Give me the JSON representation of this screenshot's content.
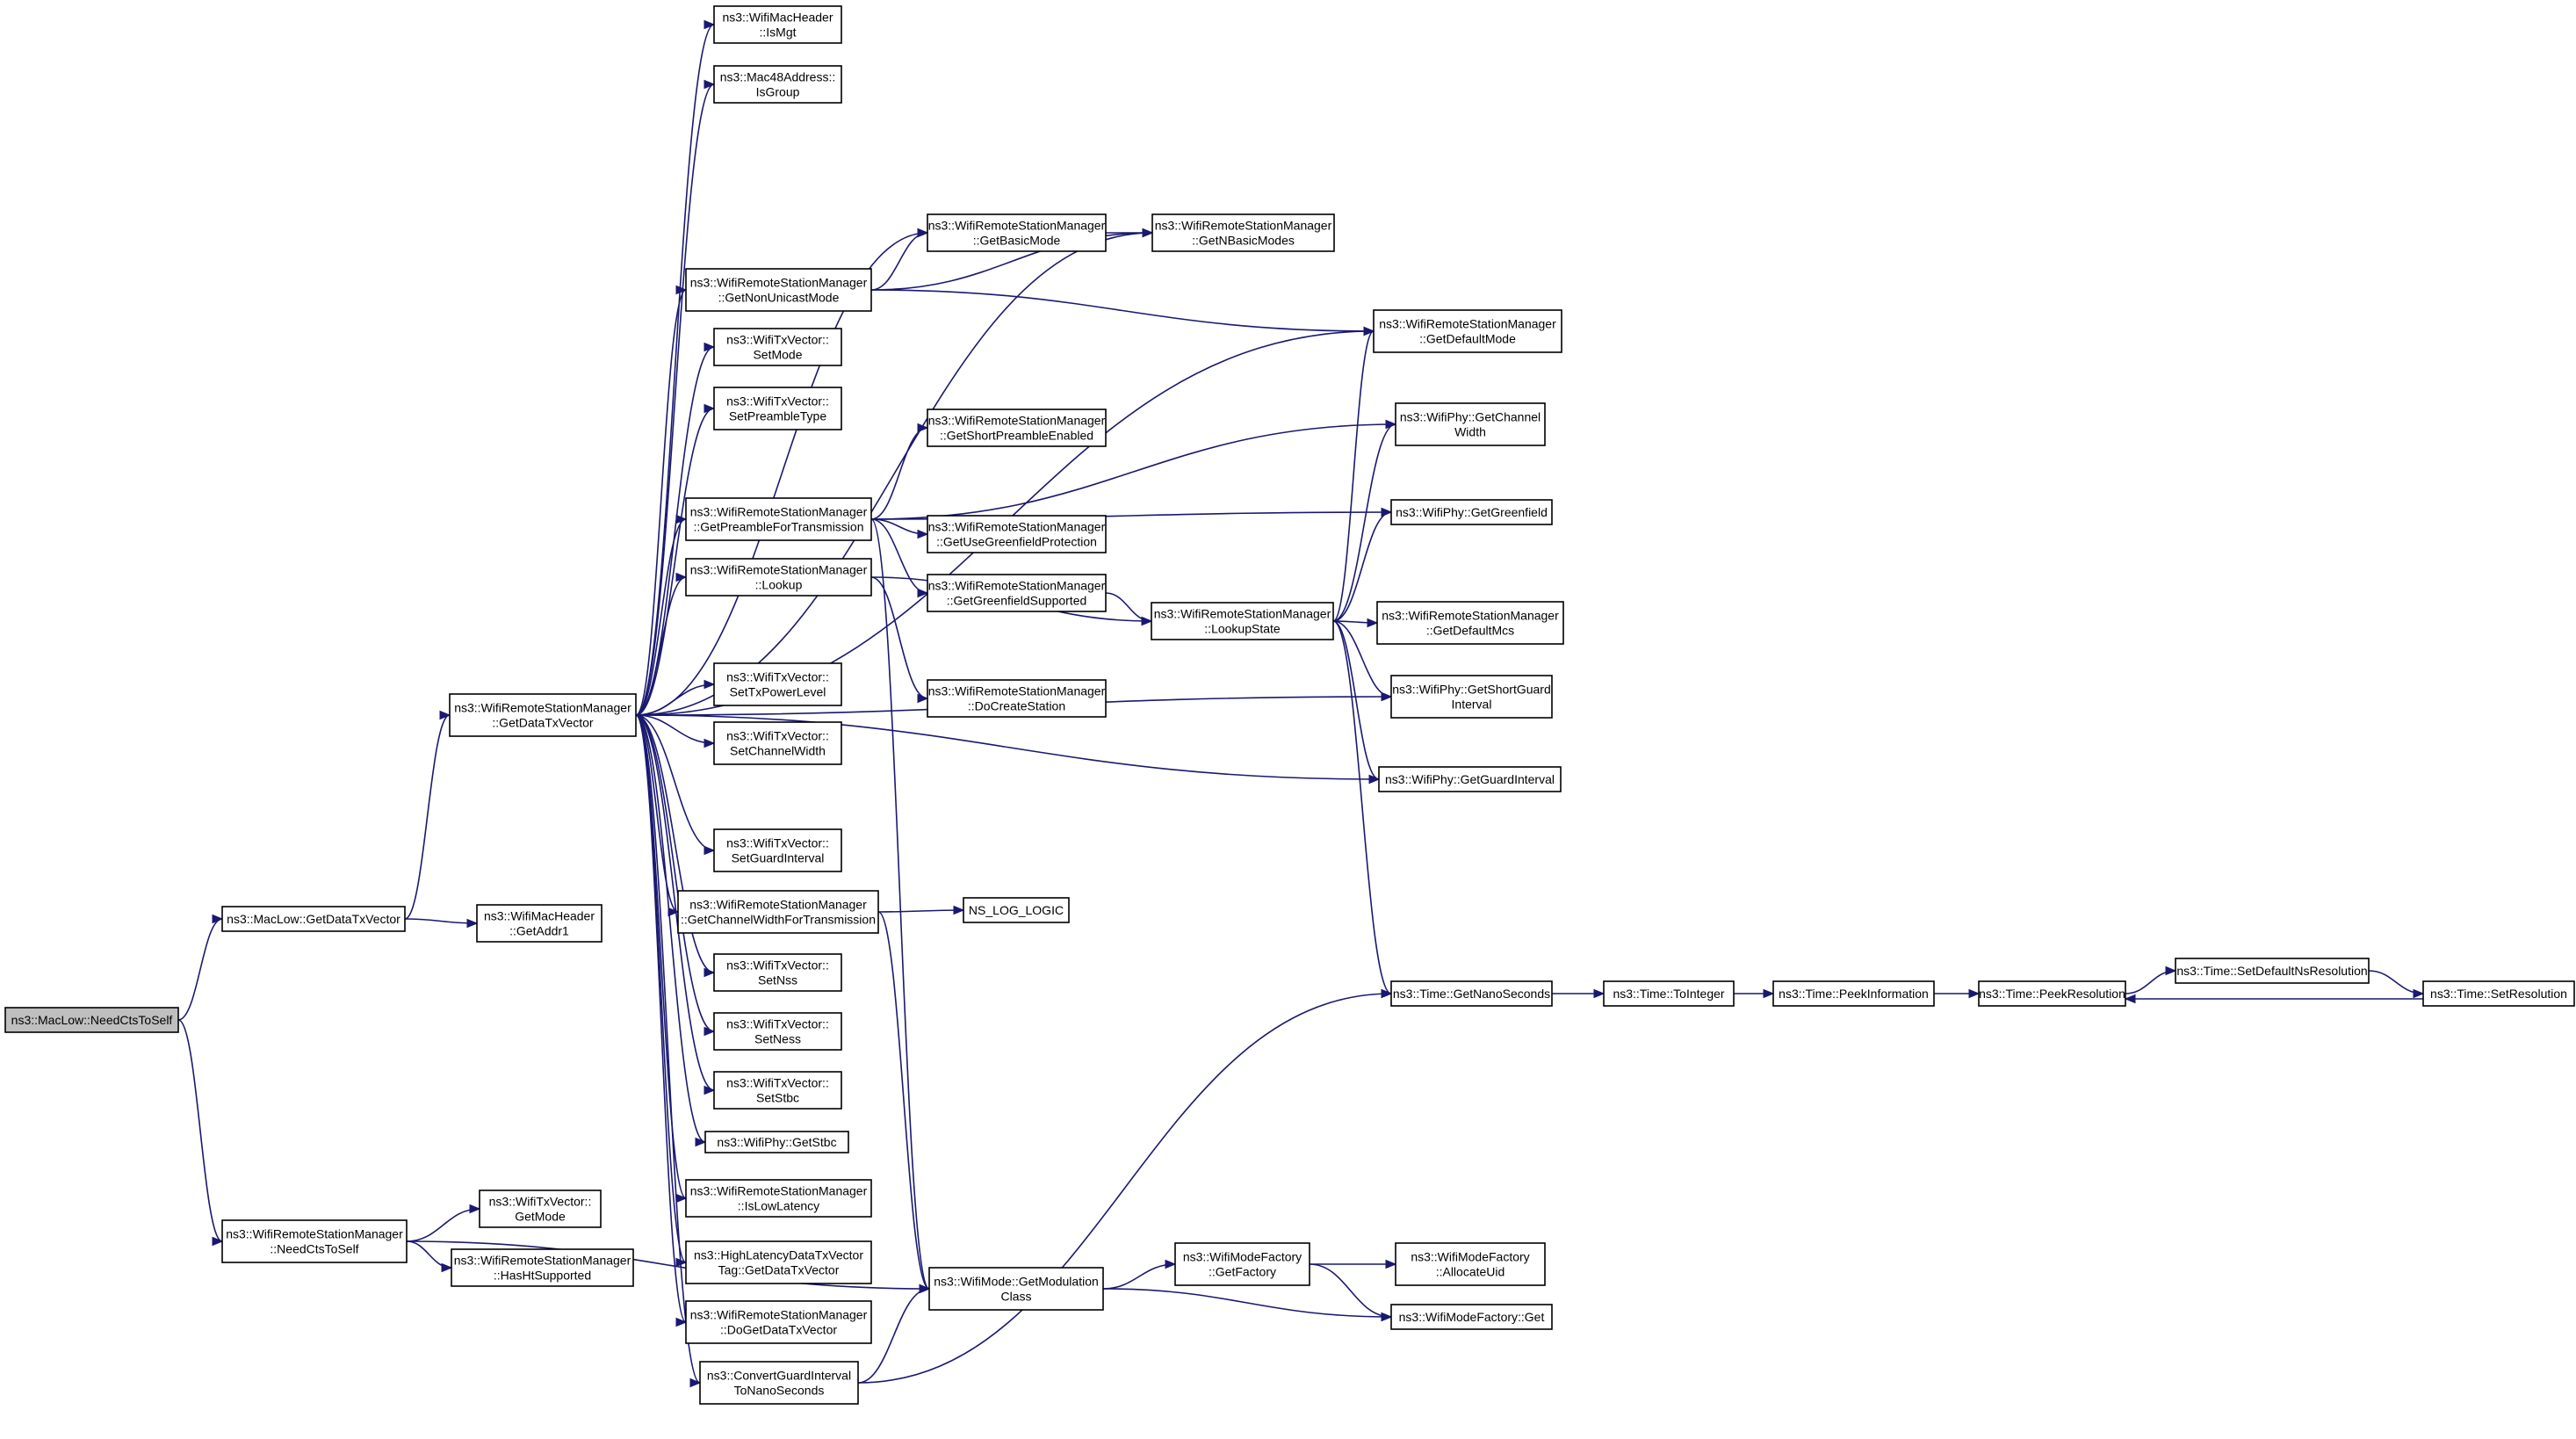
{
  "nodes": [
    {
      "id": "root",
      "lines": [
        "ns3::MacLow::NeedCtsToSelf"
      ],
      "root": true
    },
    {
      "id": "getDataTxVector",
      "lines": [
        "ns3::MacLow::GetDataTxVector"
      ]
    },
    {
      "id": "rsmNeedCtsToSelf",
      "lines": [
        "ns3::WifiRemoteStationManager",
        "::NeedCtsToSelf"
      ]
    },
    {
      "id": "rsmGetDataTxVector",
      "lines": [
        "ns3::WifiRemoteStationManager",
        "::GetDataTxVector"
      ]
    },
    {
      "id": "getAddr1",
      "lines": [
        "ns3::WifiMacHeader",
        "::GetAddr1"
      ]
    },
    {
      "id": "txGetMode",
      "lines": [
        "ns3::WifiTxVector::",
        "GetMode"
      ]
    },
    {
      "id": "hasHt",
      "lines": [
        "ns3::WifiRemoteStationManager",
        "::HasHtSupported"
      ]
    },
    {
      "id": "isMgt",
      "lines": [
        "ns3::WifiMacHeader",
        "::IsMgt"
      ]
    },
    {
      "id": "isGroup",
      "lines": [
        "ns3::Mac48Address::",
        "IsGroup"
      ]
    },
    {
      "id": "getNonUnicast",
      "lines": [
        "ns3::WifiRemoteStationManager",
        "::GetNonUnicastMode"
      ]
    },
    {
      "id": "setMode",
      "lines": [
        "ns3::WifiTxVector::",
        "SetMode"
      ]
    },
    {
      "id": "setPreamble",
      "lines": [
        "ns3::WifiTxVector::",
        "SetPreambleType"
      ]
    },
    {
      "id": "getPreambleTx",
      "lines": [
        "ns3::WifiRemoteStationManager",
        "::GetPreambleForTransmission"
      ]
    },
    {
      "id": "lookup",
      "lines": [
        "ns3::WifiRemoteStationManager",
        "::Lookup"
      ]
    },
    {
      "id": "setTxPower",
      "lines": [
        "ns3::WifiTxVector::",
        "SetTxPowerLevel"
      ]
    },
    {
      "id": "setChanWidth",
      "lines": [
        "ns3::WifiTxVector::",
        "SetChannelWidth"
      ]
    },
    {
      "id": "setGuard",
      "lines": [
        "ns3::WifiTxVector::",
        "SetGuardInterval"
      ]
    },
    {
      "id": "getChanWidthTx",
      "lines": [
        "ns3::WifiRemoteStationManager",
        "::GetChannelWidthForTransmission"
      ]
    },
    {
      "id": "setNss",
      "lines": [
        "ns3::WifiTxVector::",
        "SetNss"
      ]
    },
    {
      "id": "setNess",
      "lines": [
        "ns3::WifiTxVector::",
        "SetNess"
      ]
    },
    {
      "id": "setStbc",
      "lines": [
        "ns3::WifiTxVector::",
        "SetStbc"
      ]
    },
    {
      "id": "phyGetStbc",
      "lines": [
        "ns3::WifiPhy::GetStbc"
      ]
    },
    {
      "id": "isLowLatency",
      "lines": [
        "ns3::WifiRemoteStationManager",
        "::IsLowLatency"
      ]
    },
    {
      "id": "highLatency",
      "lines": [
        "ns3::HighLatencyDataTxVector",
        "Tag::GetDataTxVector"
      ]
    },
    {
      "id": "doGetDataTx",
      "lines": [
        "ns3::WifiRemoteStationManager",
        "::DoGetDataTxVector"
      ]
    },
    {
      "id": "convertGuard",
      "lines": [
        "ns3::ConvertGuardInterval",
        "ToNanoSeconds"
      ]
    },
    {
      "id": "getBasicMode",
      "lines": [
        "ns3::WifiRemoteStationManager",
        "::GetBasicMode"
      ]
    },
    {
      "id": "getShortPreamble",
      "lines": [
        "ns3::WifiRemoteStationManager",
        "::GetShortPreambleEnabled"
      ]
    },
    {
      "id": "getUseGreenfield",
      "lines": [
        "ns3::WifiRemoteStationManager",
        "::GetUseGreenfieldProtection"
      ]
    },
    {
      "id": "getGreenfieldSup",
      "lines": [
        "ns3::WifiRemoteStationManager",
        "::GetGreenfieldSupported"
      ]
    },
    {
      "id": "doCreateStation",
      "lines": [
        "ns3::WifiRemoteStationManager",
        "::DoCreateStation"
      ]
    },
    {
      "id": "nsLogLogic",
      "lines": [
        "NS_LOG_LOGIC"
      ]
    },
    {
      "id": "getModClass",
      "lines": [
        "ns3::WifiMode::GetModulation",
        "Class"
      ]
    },
    {
      "id": "getNBasicModes",
      "lines": [
        "ns3::WifiRemoteStationManager",
        "::GetNBasicModes"
      ]
    },
    {
      "id": "lookupState",
      "lines": [
        "ns3::WifiRemoteStationManager",
        "::LookupState"
      ]
    },
    {
      "id": "modeFactoryGetFactory",
      "lines": [
        "ns3::WifiModeFactory",
        "::GetFactory"
      ]
    },
    {
      "id": "getDefaultMode",
      "lines": [
        "ns3::WifiRemoteStationManager",
        "::GetDefaultMode"
      ]
    },
    {
      "id": "phyGetChanWidth",
      "lines": [
        "ns3::WifiPhy::GetChannel",
        "Width"
      ]
    },
    {
      "id": "phyGetGreenfield",
      "lines": [
        "ns3::WifiPhy::GetGreenfield"
      ]
    },
    {
      "id": "getDefaultMcs",
      "lines": [
        "ns3::WifiRemoteStationManager",
        "::GetDefaultMcs"
      ]
    },
    {
      "id": "phyGetShortGuard",
      "lines": [
        "ns3::WifiPhy::GetShortGuard",
        "Interval"
      ]
    },
    {
      "id": "phyGetGuard",
      "lines": [
        "ns3::WifiPhy::GetGuardInterval"
      ]
    },
    {
      "id": "timeGetNano",
      "lines": [
        "ns3::Time::GetNanoSeconds"
      ]
    },
    {
      "id": "allocateUid",
      "lines": [
        "ns3::WifiModeFactory",
        "::AllocateUid"
      ]
    },
    {
      "id": "modeFactoryGet",
      "lines": [
        "ns3::WifiModeFactory::Get"
      ]
    },
    {
      "id": "toInteger",
      "lines": [
        "ns3::Time::ToInteger"
      ]
    },
    {
      "id": "peekInfo",
      "lines": [
        "ns3::Time::PeekInformation"
      ]
    },
    {
      "id": "peekRes",
      "lines": [
        "ns3::Time::PeekResolution"
      ]
    },
    {
      "id": "setDefaultNs",
      "lines": [
        "ns3::Time::SetDefaultNsResolution"
      ]
    },
    {
      "id": "setRes",
      "lines": [
        "ns3::Time::SetResolution"
      ]
    }
  ],
  "edges": [
    [
      "root",
      "getDataTxVector"
    ],
    [
      "root",
      "rsmNeedCtsToSelf"
    ],
    [
      "getDataTxVector",
      "rsmGetDataTxVector"
    ],
    [
      "getDataTxVector",
      "getAddr1"
    ],
    [
      "rsmNeedCtsToSelf",
      "txGetMode"
    ],
    [
      "rsmNeedCtsToSelf",
      "hasHt"
    ],
    [
      "rsmNeedCtsToSelf",
      "getModClass"
    ],
    [
      "rsmGetDataTxVector",
      "isMgt"
    ],
    [
      "rsmGetDataTxVector",
      "isGroup"
    ],
    [
      "rsmGetDataTxVector",
      "getNonUnicast"
    ],
    [
      "rsmGetDataTxVector",
      "setMode"
    ],
    [
      "rsmGetDataTxVector",
      "setPreamble"
    ],
    [
      "rsmGetDataTxVector",
      "getPreambleTx"
    ],
    [
      "rsmGetDataTxVector",
      "lookup"
    ],
    [
      "rsmGetDataTxVector",
      "setTxPower"
    ],
    [
      "rsmGetDataTxVector",
      "setChanWidth"
    ],
    [
      "rsmGetDataTxVector",
      "setGuard"
    ],
    [
      "rsmGetDataTxVector",
      "getChanWidthTx"
    ],
    [
      "rsmGetDataTxVector",
      "setNss"
    ],
    [
      "rsmGetDataTxVector",
      "setNess"
    ],
    [
      "rsmGetDataTxVector",
      "setStbc"
    ],
    [
      "rsmGetDataTxVector",
      "phyGetStbc"
    ],
    [
      "rsmGetDataTxVector",
      "isLowLatency"
    ],
    [
      "rsmGetDataTxVector",
      "highLatency"
    ],
    [
      "rsmGetDataTxVector",
      "doGetDataTx"
    ],
    [
      "rsmGetDataTxVector",
      "convertGuard"
    ],
    [
      "rsmGetDataTxVector",
      "getBasicMode"
    ],
    [
      "rsmGetDataTxVector",
      "getNBasicModes"
    ],
    [
      "rsmGetDataTxVector",
      "getDefaultMode"
    ],
    [
      "rsmGetDataTxVector",
      "phyGetShortGuard"
    ],
    [
      "rsmGetDataTxVector",
      "phyGetGuard"
    ],
    [
      "getNonUnicast",
      "getBasicMode"
    ],
    [
      "getNonUnicast",
      "getNBasicModes"
    ],
    [
      "getNonUnicast",
      "getDefaultMode"
    ],
    [
      "getBasicMode",
      "getNBasicModes"
    ],
    [
      "getPreambleTx",
      "phyGetChanWidth"
    ],
    [
      "getPreambleTx",
      "getShortPreamble"
    ],
    [
      "getPreambleTx",
      "phyGetGreenfield"
    ],
    [
      "getPreambleTx",
      "getUseGreenfield"
    ],
    [
      "getPreambleTx",
      "getGreenfieldSup"
    ],
    [
      "getPreambleTx",
      "getModClass"
    ],
    [
      "lookup",
      "lookupState"
    ],
    [
      "lookup",
      "doCreateStation"
    ],
    [
      "getGreenfieldSup",
      "lookupState"
    ],
    [
      "lookupState",
      "getDefaultMode"
    ],
    [
      "lookupState",
      "phyGetChanWidth"
    ],
    [
      "lookupState",
      "phyGetGreenfield"
    ],
    [
      "lookupState",
      "getDefaultMcs"
    ],
    [
      "lookupState",
      "phyGetShortGuard"
    ],
    [
      "lookupState",
      "phyGetGuard"
    ],
    [
      "lookupState",
      "timeGetNano"
    ],
    [
      "getChanWidthTx",
      "nsLogLogic"
    ],
    [
      "getChanWidthTx",
      "getModClass"
    ],
    [
      "convertGuard",
      "getModClass"
    ],
    [
      "convertGuard",
      "timeGetNano"
    ],
    [
      "getModClass",
      "modeFactoryGetFactory"
    ],
    [
      "getModClass",
      "modeFactoryGet"
    ],
    [
      "modeFactoryGetFactory",
      "allocateUid"
    ],
    [
      "modeFactoryGetFactory",
      "modeFactoryGet"
    ],
    [
      "timeGetNano",
      "toInteger"
    ],
    [
      "toInteger",
      "peekInfo"
    ],
    [
      "peekInfo",
      "peekRes"
    ],
    [
      "peekRes",
      "setDefaultNs"
    ],
    [
      "setDefaultNs",
      "setRes"
    ],
    [
      "setRes",
      "peekRes"
    ]
  ]
}
